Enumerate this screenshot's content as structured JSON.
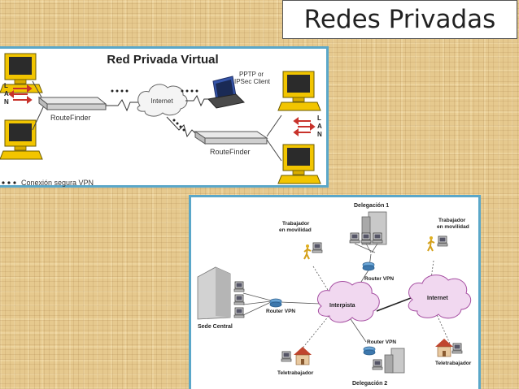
{
  "slide_title": "Redes Privadas",
  "diagram1": {
    "title": "Red Privada Virtual",
    "internet": "Internet",
    "client": [
      "PPTP or",
      "IPSec Client"
    ],
    "routefinder_left": "RouteFinder",
    "routefinder_right": "RouteFinder",
    "lan_left": [
      "L",
      "A",
      "N"
    ],
    "lan_right": [
      "L",
      "A",
      "N"
    ],
    "legend": "Conexión segura VPN"
  },
  "diagram2": {
    "delegacion1": "Delegación 1",
    "delegacion2": "Delegación 2",
    "trabajador_left": [
      "Trabajador",
      "en movilidad"
    ],
    "trabajador_right": [
      "Trabajador",
      "en movilidad"
    ],
    "router_top": "Router VPN",
    "router_left": "Router VPN",
    "router_bottom": "Router VPN",
    "interpista": "Interpista",
    "internet": "Internet",
    "sede_central": "Sede Central",
    "teletrabajador_left": "Teletrabajador",
    "teletrabajador_right": "Teletrabajador"
  }
}
